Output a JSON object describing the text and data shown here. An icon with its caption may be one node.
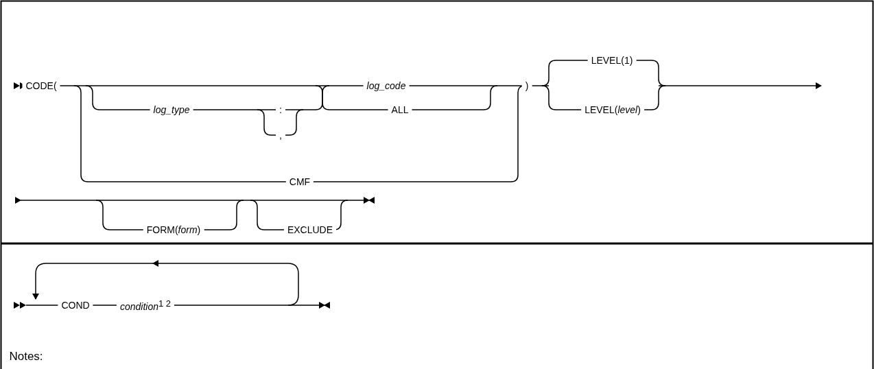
{
  "diagram": {
    "labels": [
      "CODE(",
      "log_type",
      ":",
      ",",
      "log_code",
      "ALL",
      "CMF",
      ")",
      "LEVEL(1)",
      "LEVEL(*level*)",
      "FORM(*form*)",
      "EXCLUDE",
      "COND",
      "condition$^{1 2}$",
      "Notes:"
    ]
  }
}
